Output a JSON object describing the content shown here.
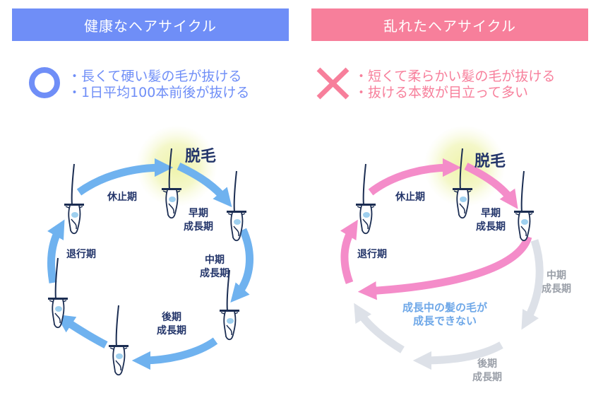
{
  "healthy": {
    "header": "健康なヘアサイクル",
    "points": [
      "・長くて硬い髪の毛が抜ける",
      "・1日平均100本前後が抜ける"
    ],
    "mark_icon": "circle-icon",
    "stages": {
      "shedding": "脱毛",
      "early_growth": [
        "早期",
        "成長期"
      ],
      "middle_growth": [
        "中期",
        "成長期"
      ],
      "late_growth": [
        "後期",
        "成長期"
      ],
      "regression": "退行期",
      "resting": "休止期"
    }
  },
  "disordered": {
    "header": "乱れたヘアサイクル",
    "points": [
      "・短くて柔らかい髪の毛が抜ける",
      "・抜ける本数が目立って多い"
    ],
    "mark_icon": "cross-icon",
    "stages": {
      "shedding": "脱毛",
      "early_growth": [
        "早期",
        "成長期"
      ],
      "middle_growth": [
        "中期",
        "成長期"
      ],
      "late_growth": [
        "後期",
        "成長期"
      ],
      "regression": "退行期",
      "resting": "休止期"
    },
    "note": [
      "成長中の髪の毛が",
      "成長できない"
    ]
  },
  "colors": {
    "healthy_accent": "#6f8ef7",
    "disordered_accent": "#f77f9b",
    "healthy_arrow": "#6fb2ef",
    "disordered_arrow": "#f48cc9",
    "inactive_arrow": "#dde1e8",
    "shedding_glow": "#eef3a8",
    "label_text": "#23356a"
  }
}
